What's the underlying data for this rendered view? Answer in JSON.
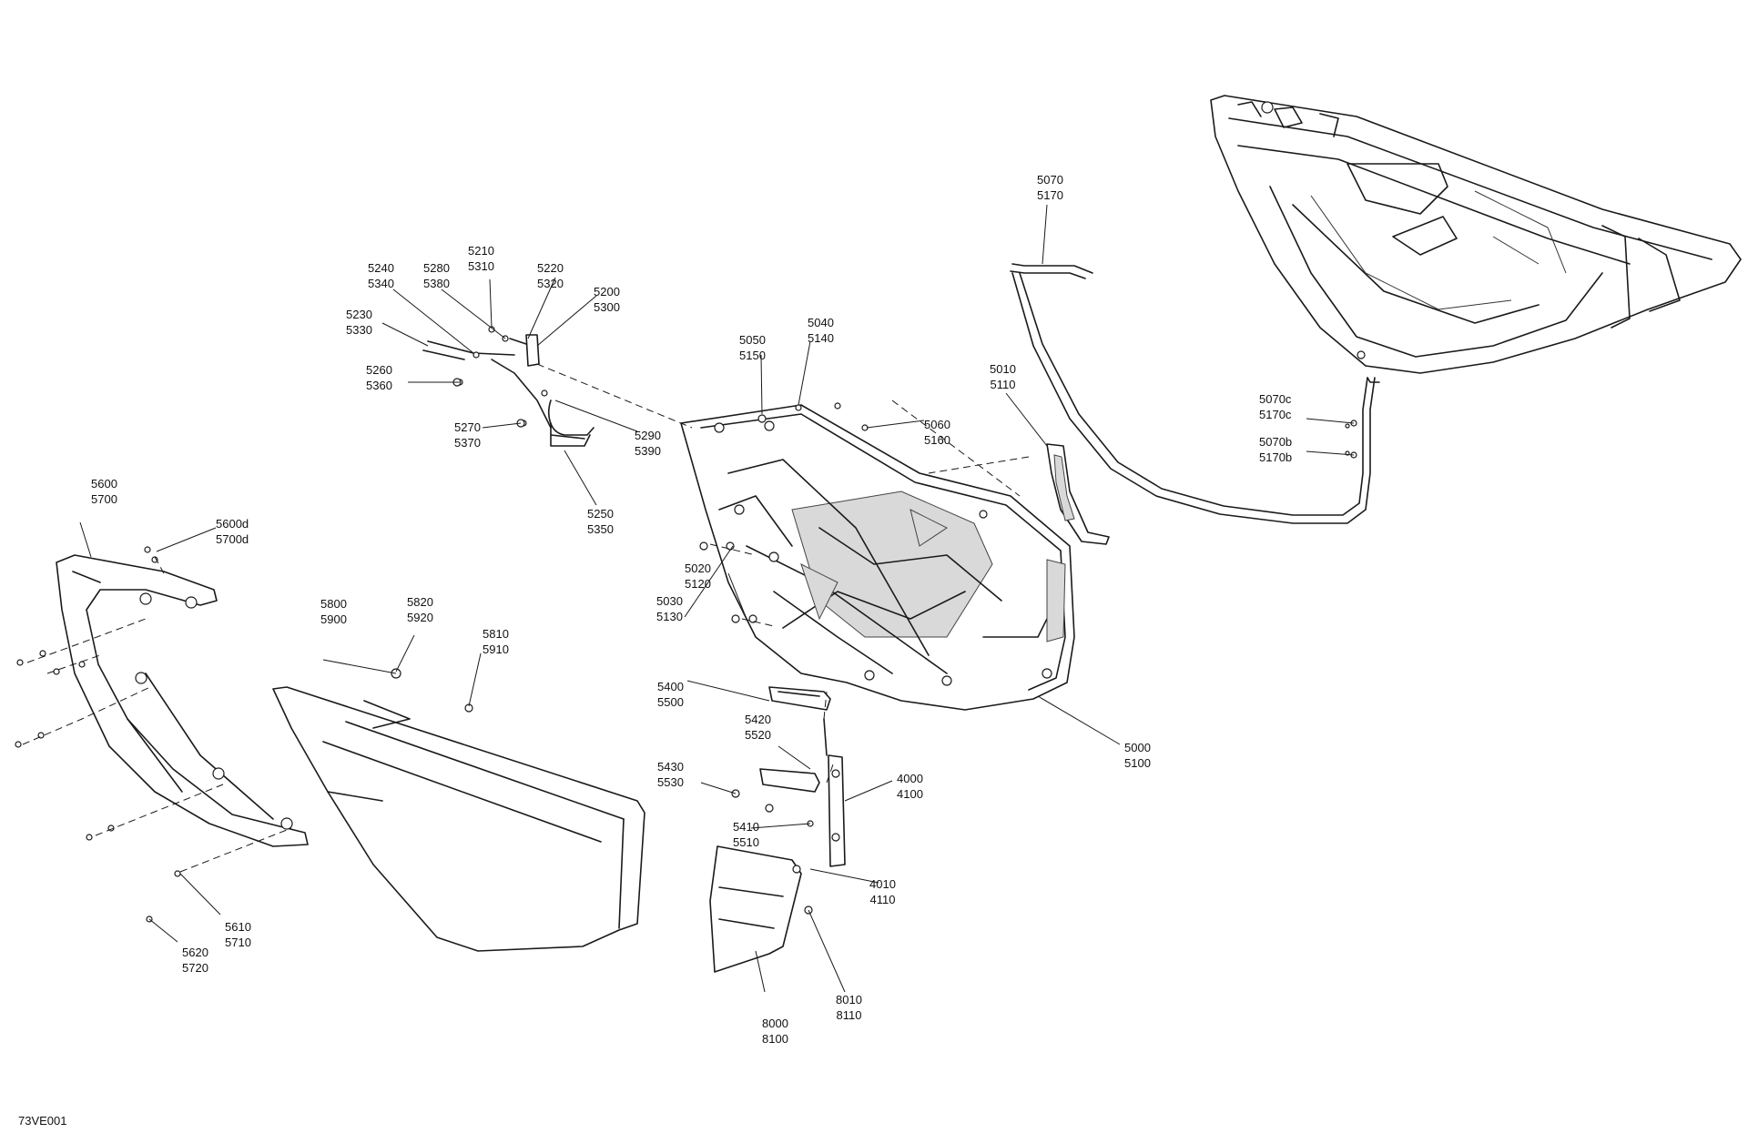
{
  "diagram": {
    "reference_code": "73VE001",
    "callouts": [
      {
        "id": "c5210",
        "lines": [
          "5210",
          "5310"
        ]
      },
      {
        "id": "c5240",
        "lines": [
          "5240",
          "5340"
        ]
      },
      {
        "id": "c5280",
        "lines": [
          "5280",
          "5380"
        ]
      },
      {
        "id": "c5220",
        "lines": [
          "5220",
          "5320"
        ]
      },
      {
        "id": "c5200",
        "lines": [
          "5200",
          "5300"
        ]
      },
      {
        "id": "c5230",
        "lines": [
          "5230",
          "5330"
        ]
      },
      {
        "id": "c5260",
        "lines": [
          "5260",
          "5360"
        ]
      },
      {
        "id": "c5270",
        "lines": [
          "5270",
          "5370"
        ]
      },
      {
        "id": "c5290",
        "lines": [
          "5290",
          "5390"
        ]
      },
      {
        "id": "c5250",
        "lines": [
          "5250",
          "5350"
        ]
      },
      {
        "id": "c5050",
        "lines": [
          "5050",
          "5150"
        ]
      },
      {
        "id": "c5040",
        "lines": [
          "5040",
          "5140"
        ]
      },
      {
        "id": "c5060",
        "lines": [
          "5060",
          "5160"
        ]
      },
      {
        "id": "c5070",
        "lines": [
          "5070",
          "5170"
        ]
      },
      {
        "id": "c5010",
        "lines": [
          "5010",
          "5110"
        ]
      },
      {
        "id": "c5070c",
        "lines": [
          "5070c",
          "5170c"
        ]
      },
      {
        "id": "c5070b",
        "lines": [
          "5070b",
          "5170b"
        ]
      },
      {
        "id": "c5600",
        "lines": [
          "5600",
          "5700"
        ]
      },
      {
        "id": "c5600d",
        "lines": [
          "5600d",
          "5700d"
        ]
      },
      {
        "id": "c5800",
        "lines": [
          "5800",
          "5900"
        ]
      },
      {
        "id": "c5820",
        "lines": [
          "5820",
          "5920"
        ]
      },
      {
        "id": "c5810",
        "lines": [
          "5810",
          "5910"
        ]
      },
      {
        "id": "c5020",
        "lines": [
          "5020",
          "5120"
        ]
      },
      {
        "id": "c5030",
        "lines": [
          "5030",
          "5130"
        ]
      },
      {
        "id": "c5400",
        "lines": [
          "5400",
          "5500"
        ]
      },
      {
        "id": "c5420",
        "lines": [
          "5420",
          "5520"
        ]
      },
      {
        "id": "c5000",
        "lines": [
          "5000",
          "5100"
        ]
      },
      {
        "id": "c5430",
        "lines": [
          "5430",
          "5530"
        ]
      },
      {
        "id": "c4000",
        "lines": [
          "4000",
          "4100"
        ]
      },
      {
        "id": "c5410",
        "lines": [
          "5410",
          "5510"
        ]
      },
      {
        "id": "c4010",
        "lines": [
          "4010",
          "4110"
        ]
      },
      {
        "id": "c5610",
        "lines": [
          "5610",
          "5710"
        ]
      },
      {
        "id": "c5620",
        "lines": [
          "5620",
          "5720"
        ]
      },
      {
        "id": "c8010",
        "lines": [
          "8010",
          "8110"
        ]
      },
      {
        "id": "c8000",
        "lines": [
          "8000",
          "8100"
        ]
      }
    ]
  }
}
